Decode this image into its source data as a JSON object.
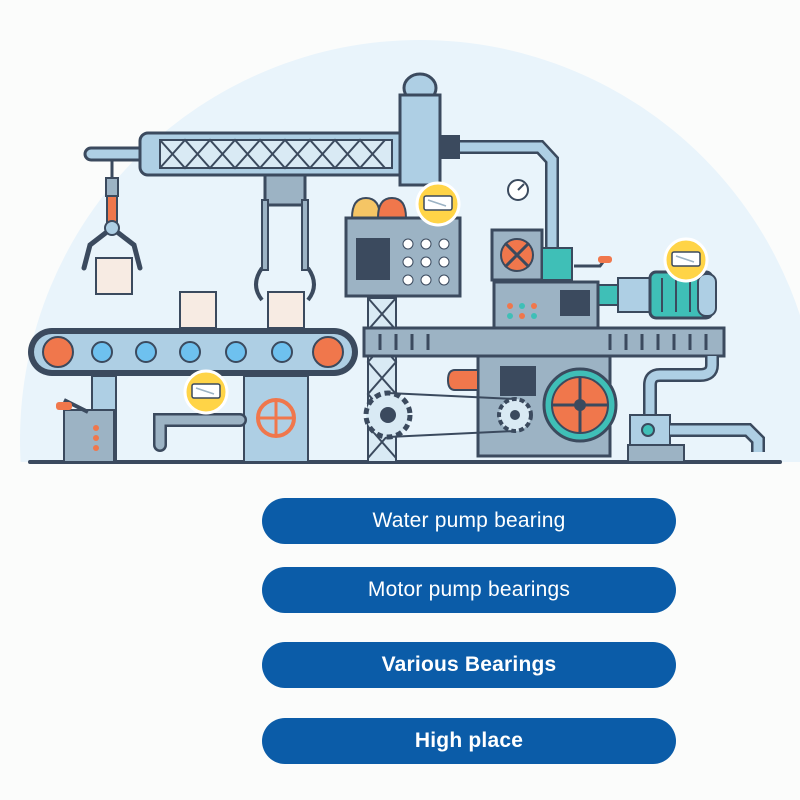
{
  "illustration": {
    "colors": {
      "background_circle": "#e9f4fb",
      "outline": "#3b4a5e",
      "machine_light": "#aecfe4",
      "machine_mid": "#9cb3c4",
      "accent_orange": "#f0774c",
      "accent_teal": "#3fbfb7",
      "badge_yellow": "#ffd447"
    },
    "icons": [
      "bearing-badge-icon",
      "robot-claw-icon",
      "gear-icon",
      "pressure-gauge-icon",
      "control-lever-icon",
      "handwheel-icon",
      "warning-lamp-icon",
      "electric-motor-icon"
    ]
  },
  "buttons": [
    {
      "label": "Water pump bearing"
    },
    {
      "label": "Motor pump bearings"
    },
    {
      "label": "Various Bearings"
    },
    {
      "label": "High place"
    }
  ]
}
